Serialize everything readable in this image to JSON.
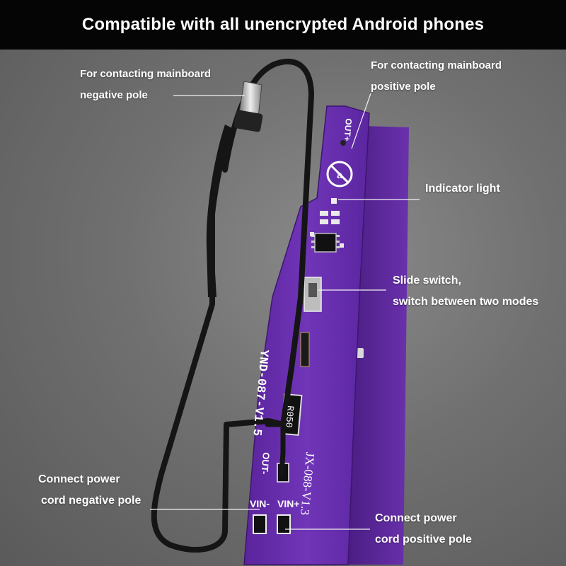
{
  "banner": {
    "title": "Compatible with all unencrypted Android phones"
  },
  "labels": {
    "neg_pole": {
      "line1": "For contacting mainboard",
      "line2": "negative pole"
    },
    "pos_pole": {
      "line1": "For contacting mainboard",
      "line2": "positive pole"
    },
    "indicator": {
      "line1": "Indicator light"
    },
    "slide": {
      "line1": "Slide switch,",
      "line2": "switch between two modes"
    },
    "cord_neg": {
      "line1": "Connect power",
      "line2": "cord negative pole"
    },
    "cord_pos": {
      "line1": "Connect power",
      "line2": "cord positive pole"
    }
  },
  "board": {
    "model_main": "YND-087-V1.5",
    "model_back": "JX-088-V1.3",
    "resistor": "R050",
    "out_plus": "OUT+",
    "out_minus": "OUT-",
    "vin_minus": "VIN-",
    "vin_plus": "VIN+"
  },
  "colors": {
    "board_purple": "#6a2fb0",
    "board_dark": "#4b1f86",
    "cable": "#151515"
  }
}
